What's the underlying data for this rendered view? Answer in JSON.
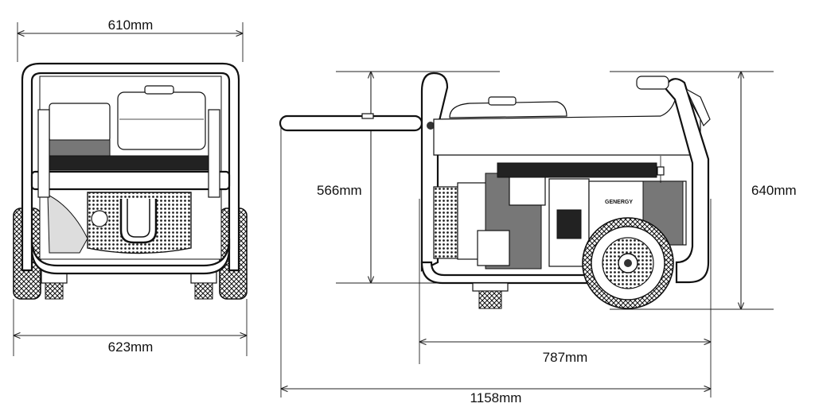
{
  "dimensions": {
    "front_top_width": "610mm",
    "front_bottom_width": "623mm",
    "side_frame_height": "566mm",
    "side_total_height": "640mm",
    "side_frame_length": "787mm",
    "side_total_length": "1158mm"
  },
  "labels": {
    "panel_badge": "GENERGY"
  }
}
